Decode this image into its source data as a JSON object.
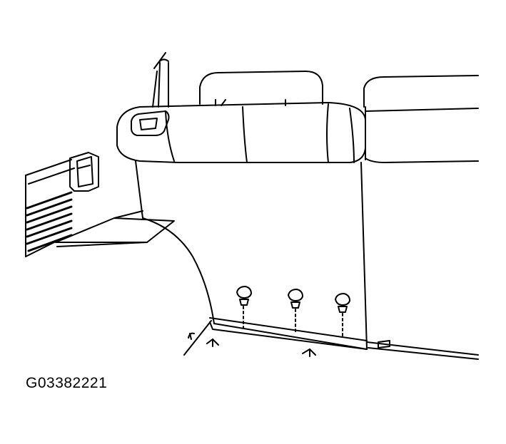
{
  "figure": {
    "caption": "G03382221",
    "stroke_color": "#000000",
    "background_color": "#ffffff",
    "parts": [
      "rear-seat-cushion",
      "armrest-panel",
      "trim-side-panel",
      "screw",
      "clip",
      "headrest",
      "floor-edge"
    ]
  }
}
